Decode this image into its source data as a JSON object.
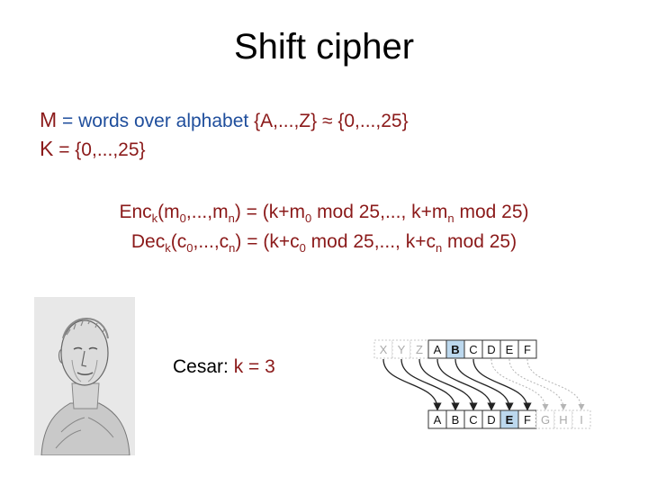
{
  "slide": {
    "title": "Shift cipher",
    "message_space": {
      "symbol": "M",
      "equals": "=",
      "description": "words over alphabet",
      "set": "{A,...,Z}",
      "approx": "≈",
      "numeric_set": "{0,...,25}"
    },
    "key_space": {
      "symbol": "K",
      "equals": "=",
      "set": "{0,...,25}"
    },
    "encryption": {
      "name": "Enc",
      "sub_k": "k",
      "args_open": "(m",
      "sub_0": "0",
      "args_mid": ",...,m",
      "sub_n": "n",
      "result_a": ") = (k+m",
      "sub_0b": "0",
      "result_b": " mod 25,..., k+m",
      "sub_nb": "n",
      "result_c": " mod 25)"
    },
    "decryption": {
      "name": "Dec",
      "sub_k": "k",
      "args_open": "(c",
      "sub_0": "0",
      "args_mid": ",...,c",
      "sub_n": "n",
      "result_a": ") = (k+c",
      "sub_0b": "0",
      "result_b": " mod 25,..., k+c",
      "sub_nb": "n",
      "result_c": " mod 25)"
    },
    "cesar": {
      "label": "Cesar:",
      "value": "k = 3"
    },
    "diagram": {
      "top_row": [
        "X",
        "Y",
        "Z",
        "A",
        "B",
        "C",
        "D",
        "E",
        "F"
      ],
      "bottom_row": [
        "A",
        "B",
        "C",
        "D",
        "E",
        "F",
        "G",
        "H",
        "I"
      ],
      "highlight_top": "B",
      "highlight_bottom": "E",
      "highlight_color": "#bcd8ee"
    }
  }
}
